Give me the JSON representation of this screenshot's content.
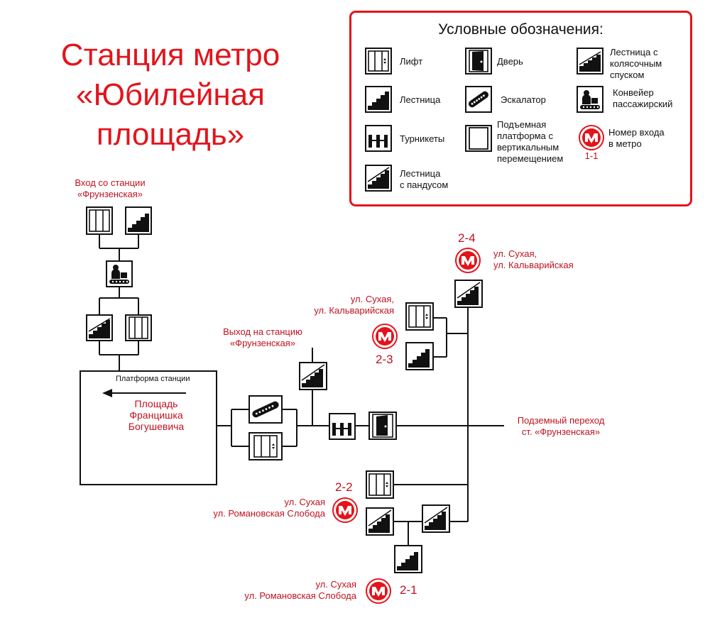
{
  "title": {
    "line1": "Станция метро",
    "line2": "«Юбилейная",
    "line3": "площадь»"
  },
  "legend": {
    "title": "Условные обозначения:",
    "items": {
      "lift": "Лифт",
      "door": "Дверь",
      "wheelchair_stairs": [
        "Лестница с",
        "колясочным",
        "спуском"
      ],
      "stairs": "Лестница",
      "escalator": "Эскалатор",
      "conveyor": [
        "Конвейер",
        "пассажирский"
      ],
      "turnstiles": "Турникеты",
      "platform_lift": [
        "Подъемная",
        "платформа с",
        "вертикальным",
        "перемещением"
      ],
      "entrance_number": [
        "Номер входа",
        "в метро"
      ],
      "entrance_sample": "1-1",
      "ramp_stairs": [
        "Лестница",
        "с пандусом"
      ]
    }
  },
  "diagram": {
    "entry_from_station": [
      "Вход со станции",
      "«Фрунзенская»"
    ],
    "platform_label": "Платформа станции",
    "direction": [
      "Площадь",
      "Францишка",
      "Богушевича"
    ],
    "exit_to_station": [
      "Выход на станцию",
      "«Фрунзенская»"
    ],
    "underpass": [
      "Подземный переход",
      "ст. «Фрунзенская»"
    ],
    "exits": {
      "e24": {
        "num": "2-4",
        "street": [
          "ул. Сухая,",
          "ул. Кальварийская"
        ]
      },
      "e23": {
        "num": "2-3",
        "street": [
          "ул. Сухая,",
          "ул. Кальварийская"
        ]
      },
      "e22": {
        "num": "2-2",
        "street": [
          "ул. Сухая",
          "ул. Романовская Слобода"
        ]
      },
      "e21": {
        "num": "2-1",
        "street": [
          "ул. Сухая",
          "ул. Романовская Слобода"
        ]
      }
    }
  },
  "colors": {
    "accent": "#e3141b",
    "text_red": "#c1121f",
    "line": "#111111"
  },
  "icons": [
    "lift-icon",
    "door-icon",
    "wheelchair-stairs-icon",
    "stairs-icon",
    "escalator-icon",
    "conveyor-icon",
    "turnstiles-icon",
    "platform-lift-icon",
    "metro-logo-icon",
    "ramp-stairs-icon"
  ]
}
